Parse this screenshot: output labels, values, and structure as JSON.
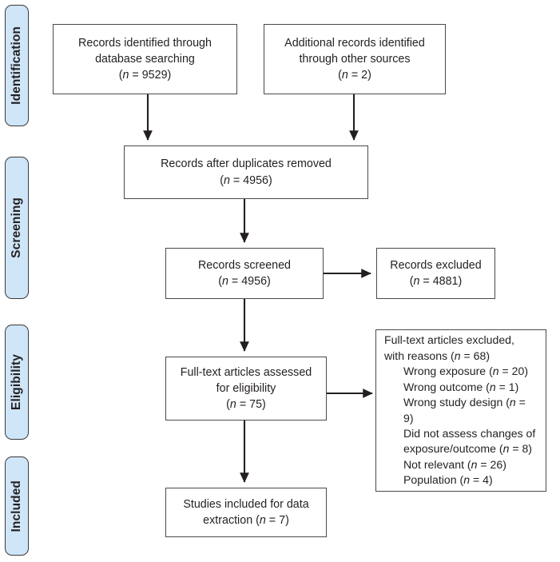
{
  "diagram": {
    "title": "PRISMA flow diagram",
    "type": "flowchart",
    "box_border_color": "#4a4a4a",
    "stage_tab_fill": "#cfe5f8",
    "stage_tab_border": "#3a3a3a",
    "connector_color": "#231f20"
  },
  "stages": [
    {
      "id": "identification",
      "label": "Identification"
    },
    {
      "id": "screening",
      "label": "Screening"
    },
    {
      "id": "eligibility",
      "label": "Eligibility"
    },
    {
      "id": "included",
      "label": "Included"
    }
  ],
  "boxes": {
    "records_identified": {
      "line1": "Records identified through",
      "line2": "database searching",
      "n_prefix": "(",
      "n_symbol": "n",
      "n_value": " = 9529)"
    },
    "additional_records": {
      "line1": "Additional records identified",
      "line2": "through other sources",
      "n_prefix": "(",
      "n_symbol": "n",
      "n_value": " = 2)"
    },
    "duplicates_removed": {
      "line1": "Records after duplicates removed",
      "n_prefix": "(",
      "n_symbol": "n",
      "n_value": " = 4956)"
    },
    "records_screened": {
      "line1": "Records screened",
      "n_prefix": "(",
      "n_symbol": "n",
      "n_value": " = 4956)"
    },
    "records_excluded": {
      "line1": "Records excluded",
      "n_prefix": "(",
      "n_symbol": "n",
      "n_value": " = 4881)"
    },
    "fulltext_assessed": {
      "line1": "Full-text articles assessed",
      "line2": "for eligibility",
      "n_prefix": "(",
      "n_symbol": "n",
      "n_value": " = 75)"
    },
    "fulltext_excluded": {
      "heading_line1": "Full-text articles excluded,",
      "heading_line2_pre": "with reasons (",
      "heading_n_symbol": "n",
      "heading_line2_post": " = 68)",
      "reasons": [
        {
          "label": "Wrong exposure (",
          "n_symbol": "n",
          "value": " = 20)",
          "indented": true
        },
        {
          "label": "Wrong outcome (",
          "n_symbol": "n",
          "value": " = 1)",
          "indented": true
        },
        {
          "label": "Wrong study design (",
          "n_symbol": "n",
          "value": " = 9)",
          "indented": true
        },
        {
          "label": "Did not assess changes of",
          "n_symbol": "",
          "value": "",
          "indented": true
        },
        {
          "label": "exposure/outcome (",
          "n_symbol": "n",
          "value": " = 8)",
          "indented": true
        },
        {
          "label": "Not relevant (",
          "n_symbol": "n",
          "value": " = 26)",
          "indented": true
        },
        {
          "label": "Population (",
          "n_symbol": "n",
          "value": " = 4)",
          "indented": true
        }
      ]
    },
    "studies_included": {
      "line1": "Studies included for data",
      "line2_pre": "extraction (",
      "n_symbol": "n",
      "line2_post": " = 7)"
    }
  },
  "counts": {
    "records_identified_database": 9529,
    "additional_records_other_sources": 2,
    "records_after_duplicates_removed": 4956,
    "records_screened": 4956,
    "records_excluded": 4881,
    "fulltext_assessed": 75,
    "fulltext_excluded_total": 68,
    "excluded_wrong_exposure": 20,
    "excluded_wrong_outcome": 1,
    "excluded_wrong_study_design": 9,
    "excluded_no_change_assessment": 8,
    "excluded_not_relevant": 26,
    "excluded_population": 4,
    "studies_included": 7
  }
}
